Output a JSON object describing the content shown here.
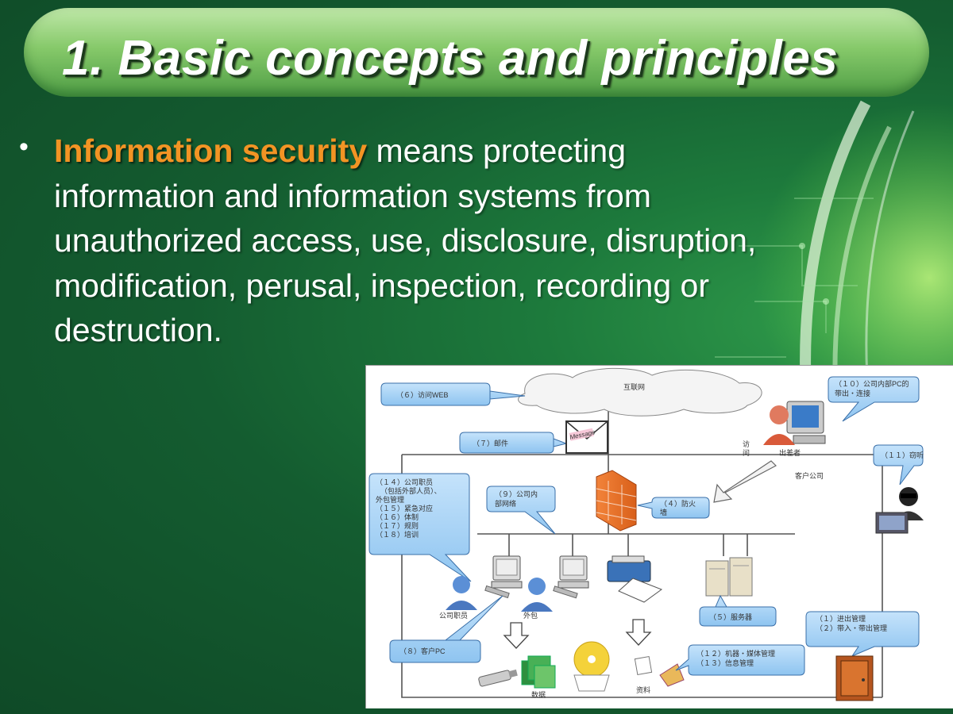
{
  "slide": {
    "title": "1. Basic concepts and principles",
    "bullet": {
      "term": "Information security",
      "text": " means protecting information and information systems from unauthorized access, use, disclosure, disruption, modification, perusal, inspection, recording or destruction."
    }
  },
  "diagram": {
    "cloud": "互联网",
    "callouts": {
      "c6": "（６）访问WEB",
      "c7": "（７）邮件",
      "c9a": "（９）公司内",
      "c9b": "部网络",
      "c4a": "（４）防火",
      "c4b": "墙",
      "c10a": "（１０）公司内部PC的",
      "c10b": "带出・连接",
      "c11": "（１１）窃听",
      "c14a": "（１４）公司职员",
      "c14b": "（包括外部人员）、",
      "c14c": "外包管理",
      "c15": "（１５）紧急对应",
      "c16": "（１６）体制",
      "c17": "（１７）规则",
      "c18": "（１８）培训",
      "c5": "（５）服务器",
      "c1": "（１）进出管理",
      "c2": "（２）带入・带出管理",
      "c8": "（８）客户PC",
      "c12": "（１２）机器・媒体管理",
      "c13": "（１３）信息管理"
    },
    "labels": {
      "visit1": "访",
      "visit2": "问",
      "visitor": "出差者",
      "client": "客户公司",
      "staff": "公司职员",
      "outsource": "外包",
      "data": "数据",
      "material": "资料",
      "envelope": "Message"
    }
  },
  "colors": {
    "accent": "#f29424",
    "callout_fill": "#a9d2f5",
    "callout_stroke": "#3a6fa8"
  }
}
